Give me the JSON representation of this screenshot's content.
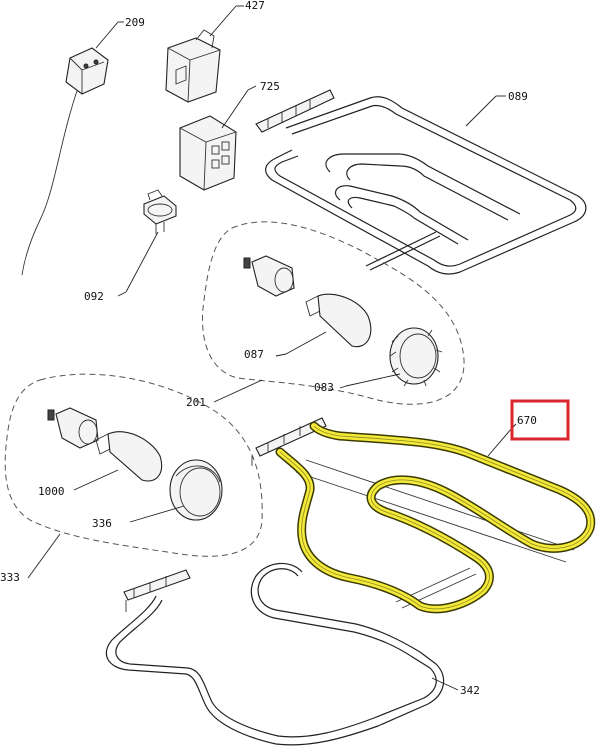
{
  "labels": {
    "l209": "209",
    "l427": "427",
    "l725": "725",
    "l089": "089",
    "l092": "092",
    "l087": "087",
    "l083": "083",
    "l201": "201",
    "l670": "670",
    "l1000": "1000",
    "l336": "336",
    "l333": "333",
    "l342": "342"
  },
  "colors": {
    "highlight_fill": "#f5ea3a",
    "selection_box": "#d9232d",
    "line": "#222222"
  },
  "selected_part": "670"
}
